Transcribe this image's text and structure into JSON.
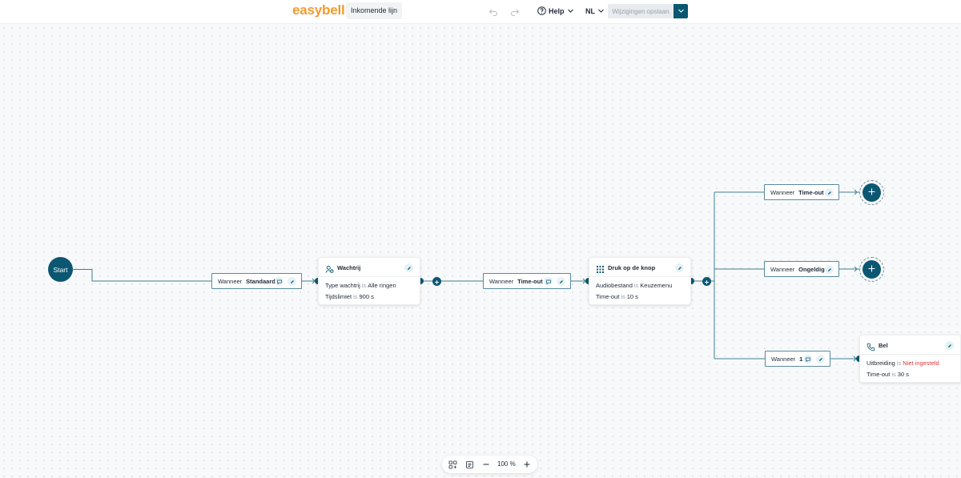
{
  "header": {
    "logo": "easybell",
    "page_label": "Inkomende lijn",
    "help_label": "Help",
    "lang_label": "NL",
    "save_label": "Wijzigingen opslaan"
  },
  "colors": {
    "brand_orange": "#f39a2e",
    "primary": "#0b5772",
    "error": "#d83a3a"
  },
  "flow": {
    "start_label": "Start",
    "conditions": {
      "standaard": {
        "keyword": "Wanneer",
        "value": "Standaard"
      },
      "timeout1": {
        "keyword": "Wanneer",
        "value": "Time-out"
      },
      "timeout2": {
        "keyword": "Wanneer",
        "value": "Time-out"
      },
      "ongeldig": {
        "keyword": "Wanneer",
        "value": "Ongeldig"
      },
      "key1": {
        "keyword": "Wanneer",
        "value": "1"
      }
    },
    "nodes": {
      "wachtrij": {
        "title": "Wachtrij",
        "icon": "queue-icon",
        "rows": [
          {
            "key": "Type wachtrij",
            "is": "is",
            "value": "Alle ringen"
          },
          {
            "key": "Tijdslimiet",
            "is": "is",
            "value": "900 s"
          }
        ]
      },
      "druk": {
        "title": "Druk op de knop",
        "icon": "keypad-icon",
        "rows": [
          {
            "key": "Audiobestand",
            "is": "is",
            "value": "Keuzemenu"
          },
          {
            "key": "Time-out",
            "is": "is",
            "value": "10 s"
          }
        ]
      },
      "bel": {
        "title": "Bel",
        "icon": "phone-icon",
        "rows": [
          {
            "key": "Uitbreiding",
            "is": "is",
            "value": "Niet ingesteld"
          },
          {
            "key": "Time-out",
            "is": "is",
            "value": "30 s"
          }
        ]
      }
    }
  },
  "zoom": {
    "level": "100 %"
  }
}
